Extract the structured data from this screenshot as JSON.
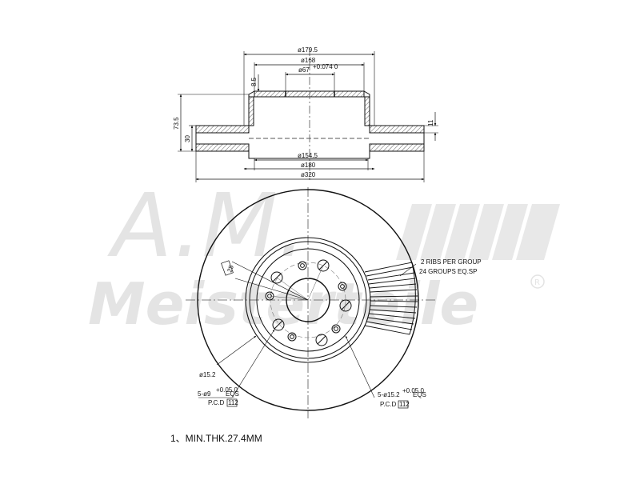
{
  "watermark": {
    "script_text": "A.M.",
    "brand_text": "Meisterteile",
    "registered_mark": "R"
  },
  "side_view": {
    "dimensions": {
      "d_outer_hat": "ø179.5",
      "d_hat_inner": "ø168",
      "d_center_bore": "ø67",
      "d_center_bore_tol": "+0.074 0",
      "hat_top_thk": "8.5",
      "total_height": "73.5",
      "disc_thickness": "30",
      "cheek_thk": "11",
      "d_inner_friction": "ø154.5",
      "d_hat_base": "ø180",
      "d_outer": "ø320"
    }
  },
  "front_view": {
    "angle_label": "25",
    "d_small_hole": "ø15.2",
    "holes_a": "5-ø9",
    "holes_a_tol": "+0.05 0",
    "holes_a_eqs": "EQS",
    "pcd_a_label": "P.C.D",
    "pcd_a_value": "112",
    "holes_b": "5-ø15.2",
    "holes_b_tol": "+0.05 0",
    "holes_b_eqs": "EQS",
    "pcd_b_label": "P.C.D",
    "pcd_b_value": "112",
    "ribs_line1": "2 RIBS PER GROUP",
    "ribs_line2": "24 GROUPS EQ.SP"
  },
  "notes": {
    "min_thickness": "1、MIN.THK.27.4MM"
  }
}
